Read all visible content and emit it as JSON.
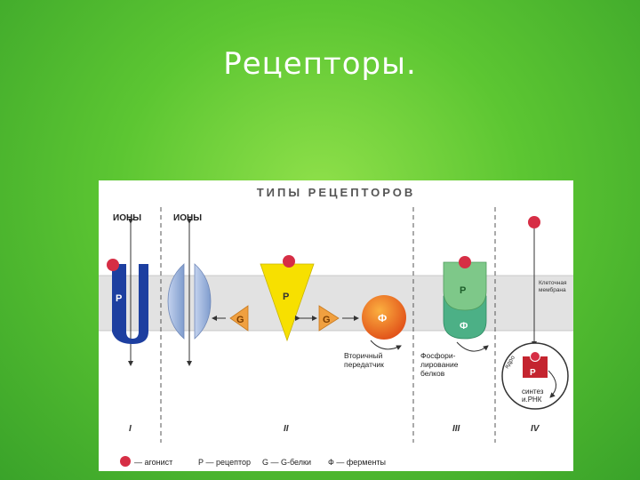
{
  "slide": {
    "title": "Рецепторы."
  },
  "figure": {
    "title": "ТИПЫ РЕЦЕПТОРОВ",
    "labels": {
      "ions_1": "ИОНЫ",
      "ions_2": "ИОНЫ",
      "receptor": "Р",
      "g_protein": "G",
      "enzyme": "Ф",
      "second_messenger": [
        "Вторичный",
        "передатчик"
      ],
      "phosphorylation": [
        "Фосфори-",
        "лирование",
        "белков"
      ],
      "cell_membrane": [
        "Клеточная",
        "мембрана"
      ],
      "nucleus": "ядро",
      "mrna_synthesis": [
        "синтез",
        "и.РНК"
      ]
    },
    "type_numerals": [
      "I",
      "II",
      "III",
      "IV"
    ],
    "legend": {
      "agonist": "— агонист",
      "receptor": "Р — рецептор",
      "g_proteins": "G — G-белки",
      "enzymes": "Ф — ферменты"
    },
    "colors": {
      "slide_bg": "#5cc632",
      "membrane": "#e2e2e2",
      "agonist": "#d62e45",
      "receptor_blue": "#1d3fa0",
      "channel_blue": "#9fb6dc",
      "g_orange": "#f0a040",
      "triangle_yellow": "#f7e000",
      "enzyme_orange": "#ee7020",
      "receptor_green": "#7ec889",
      "enzyme_teal": "#4cb086",
      "nuclear_red": "#c4242f"
    }
  }
}
